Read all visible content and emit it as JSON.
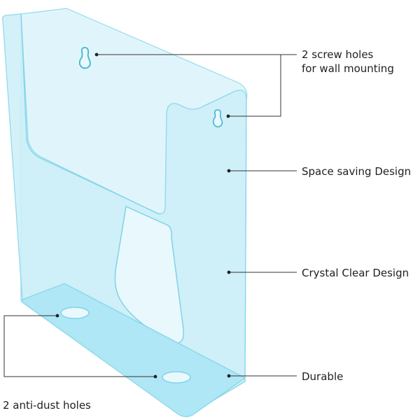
{
  "callouts": {
    "screw_holes": {
      "line1": "2 screw holes",
      "line2": "for wall mounting"
    },
    "space_saving": "Space saving Design",
    "crystal_clear": "Crystal Clear Design",
    "durable": "Durable",
    "anti_dust": "2 anti-dust holes"
  },
  "colors": {
    "acrylic_fill": "#d6f3fb",
    "acrylic_edge": "#7fd3e6",
    "base_fill": "#aee7f6",
    "leader_line": "#333333",
    "label_text": "#1f1f1f"
  },
  "icons": {
    "product": "acrylic-wall-file-holder"
  }
}
